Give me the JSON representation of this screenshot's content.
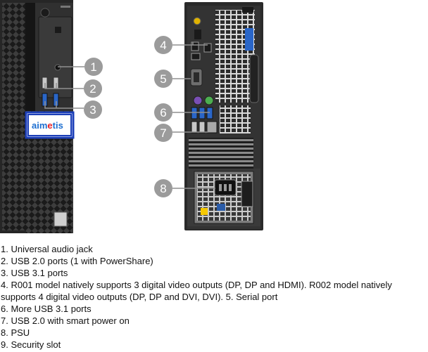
{
  "brand": {
    "logo_text": "aimetis",
    "logo_letter_colors": [
      "#1e6fd0",
      "#1e6fd0",
      "#1e6fd0",
      "#e61f26",
      "#1e6fd0",
      "#1e6fd0",
      "#1e6fd0"
    ],
    "logo_bg": "#1c3fb8"
  },
  "markers": [
    {
      "label": "1"
    },
    {
      "label": "2"
    },
    {
      "label": "3"
    },
    {
      "label": "4"
    },
    {
      "label": "5"
    },
    {
      "label": "6"
    },
    {
      "label": "7"
    },
    {
      "label": "8"
    }
  ],
  "notes": [
    "1. Universal audio jack",
    "2. USB 2.0 ports (1 with PowerShare)",
    "3. USB 3.1 ports",
    "4. R001 model natively supports 3 digital video outputs (DP, DP and HDMI). R002 model natively supports 4 digital video outputs (DP, DP and DVI, DVI). 5. Serial port",
    "6. More USB 3.1 ports",
    "7. USB 2.0 with smart power on",
    "8. PSU",
    "9. Security slot"
  ],
  "colors": {
    "marker_fill": "#9b9b9b",
    "case_dark": "#2a2a2a",
    "usb3_blue": "#2a66c8"
  }
}
